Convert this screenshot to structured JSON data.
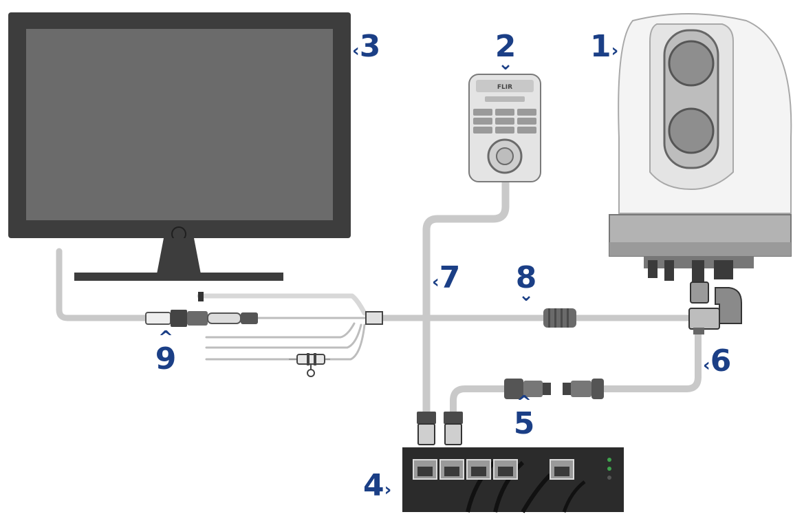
{
  "colors": {
    "callout": "#1b3f86",
    "monitor_frame": "#3d3d3d",
    "monitor_screen": "#6b6b6b",
    "cable": "#c9c9c9",
    "switch_body": "#2b2b2b",
    "camera_body": "#f2f2f2"
  },
  "devices": {
    "controller_brand": "FLIR"
  },
  "callouts": [
    {
      "number": "1",
      "arrow": "›"
    },
    {
      "number": "2",
      "arrow": "⌄"
    },
    {
      "number": "3",
      "arrow": "‹"
    },
    {
      "number": "4",
      "arrow": "›"
    },
    {
      "number": "5",
      "arrow": "^"
    },
    {
      "number": "6",
      "arrow": "‹"
    },
    {
      "number": "7",
      "arrow": "‹"
    },
    {
      "number": "8",
      "arrow": "⌄"
    },
    {
      "number": "9",
      "arrow": "^"
    }
  ]
}
